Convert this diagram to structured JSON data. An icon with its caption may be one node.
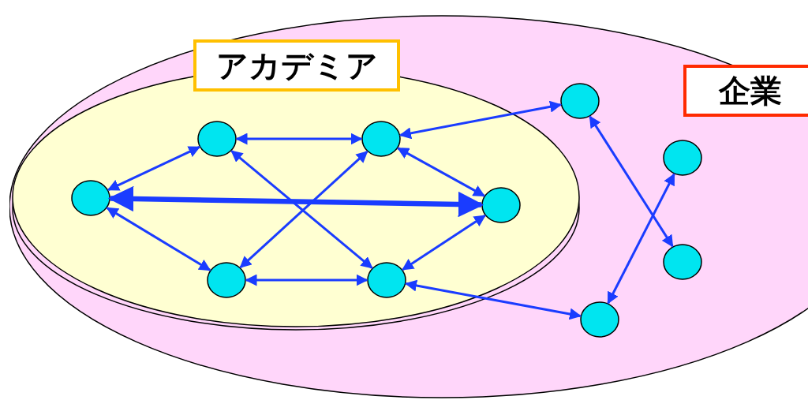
{
  "diagram": {
    "nodes": [
      {
        "text": [
          "企業"
        ]
      },
      {
        "text": [
          "アカデミア"
        ],
        "in": 0
      },
      {
        "text": [],
        "shape": "circle",
        "in": 1
      },
      {
        "text": [],
        "shape": "circle",
        "in": 1
      },
      {
        "text": [],
        "shape": "circle",
        "in": 1
      },
      {
        "text": [],
        "shape": "circle",
        "in": 1
      },
      {
        "text": [],
        "shape": "circle",
        "in": 1
      },
      {
        "text": [],
        "shape": "circle",
        "in": 1
      },
      {
        "text": [],
        "shape": "circle",
        "in": 0
      },
      {
        "text": [],
        "shape": "circle",
        "in": 0
      },
      {
        "text": [],
        "shape": "circle",
        "in": 0
      },
      {
        "text": [],
        "shape": "circle",
        "in": 0
      }
    ],
    "edges": [
      {
        "from": 2,
        "to": 3,
        "arrow": "both"
      },
      {
        "from": 2,
        "to": 4,
        "arrow": "both"
      },
      {
        "from": 4,
        "to": 5,
        "arrow": "both",
        "style": "thick"
      },
      {
        "from": 4,
        "to": 6,
        "arrow": "both"
      },
      {
        "from": 6,
        "to": 7,
        "arrow": "both"
      },
      {
        "from": 3,
        "to": 5,
        "arrow": "both"
      },
      {
        "from": 5,
        "to": 7,
        "arrow": "both"
      },
      {
        "from": 2,
        "to": 7,
        "arrow": "both"
      },
      {
        "from": 3,
        "to": 6,
        "arrow": "both"
      },
      {
        "from": 3,
        "to": 8,
        "arrow": "both"
      },
      {
        "from": 7,
        "to": 11,
        "arrow": "both"
      },
      {
        "from": 8,
        "to": 10,
        "arrow": "both"
      },
      {
        "from": 9,
        "to": 11,
        "arrow": "both"
      }
    ]
  }
}
